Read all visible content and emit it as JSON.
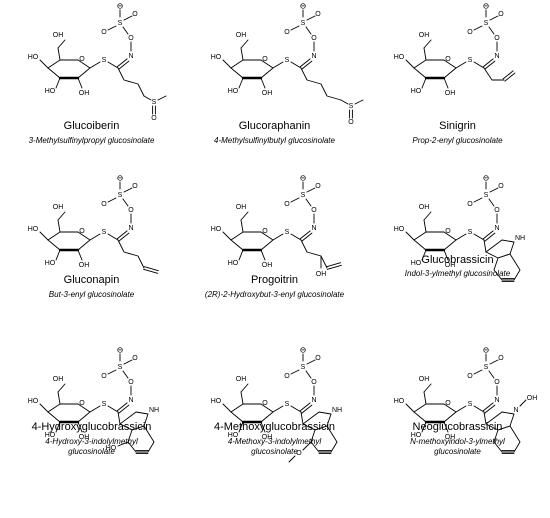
{
  "atoms": {
    "oh": "OH",
    "ho": "HO",
    "o": "O",
    "s": "S",
    "n": "N",
    "nh": "NH",
    "charge": "⊖",
    "ome": "O",
    "noh": "N",
    "oh2": "OH"
  },
  "molecules": [
    {
      "id": "glucoiberin",
      "name": "Glucoiberin",
      "iupac": "3-Methylsulfinylpropyl glucosinolate",
      "tail": "sulfinyl3"
    },
    {
      "id": "glucoraphanin",
      "name": "Glucoraphanin",
      "iupac": "4-Methylsulfinylbutyl glucosinolate",
      "tail": "sulfinyl4"
    },
    {
      "id": "sinigrin",
      "name": "Sinigrin",
      "iupac": "Prop-2-enyl glucosinolate",
      "tail": "propenyl"
    },
    {
      "id": "gluconapin",
      "name": "Gluconapin",
      "iupac": "But-3-enyl glucosinolate",
      "tail": "butenyl"
    },
    {
      "id": "progoitrin",
      "name": "Progoitrin",
      "iupac": "(2R)-2-Hydroxybut-3-enyl glucosinolate",
      "tail": "hydroxybutenyl"
    },
    {
      "id": "glucobrassicin",
      "name": "Glucobrassicin",
      "iupac": "Indol-3-ylmethyl glucosinolate",
      "tail": "indole"
    },
    {
      "id": "4-hydroxyglucobrassicin",
      "name": "4-Hydroxyglucobrassicin",
      "iupac": "4-Hydroxy-3-indolylmethyl",
      "iupac2": "glucosinolate",
      "tail": "indole-4oh"
    },
    {
      "id": "4-methoxyglucobrassicin",
      "name": "4-Methoxyglucobrassicin",
      "iupac": "4-Methoxy-3-indolylmethyl",
      "iupac2": "glucosinolate",
      "tail": "indole-4ome"
    },
    {
      "id": "neoglucobrassicin",
      "name": "Neoglucobrassicin",
      "iupac": "N-methoxyindol-3-ylmethyl",
      "iupac2": "glucosinolate",
      "tail": "indole-noh"
    }
  ]
}
